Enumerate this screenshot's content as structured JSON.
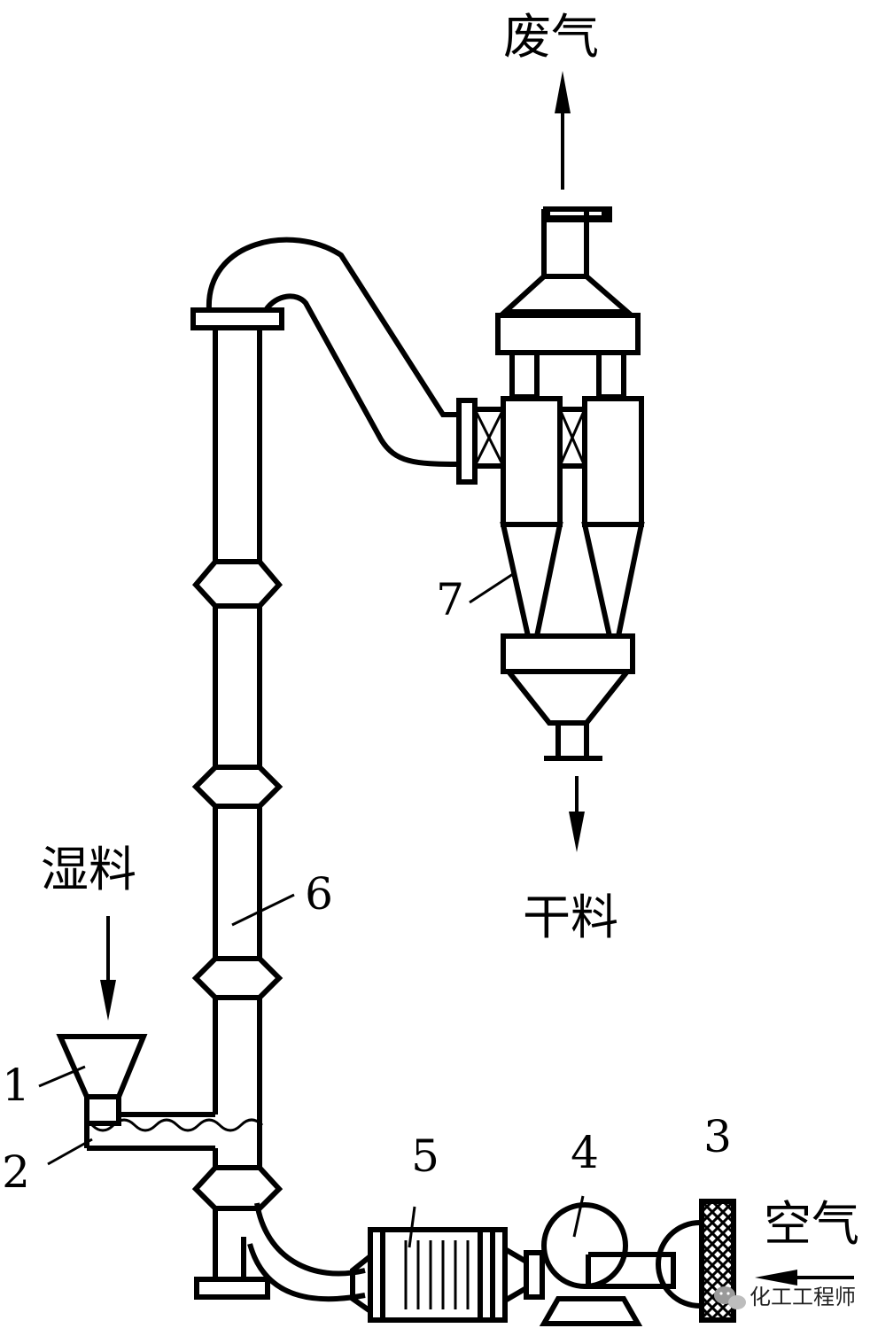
{
  "labels": {
    "exhaust_gas": "废气",
    "wet_material": "湿料",
    "dry_material": "干料",
    "air": "空气"
  },
  "parts": [
    "1",
    "2",
    "3",
    "4",
    "5",
    "6",
    "7"
  ],
  "watermark": "化工工程师"
}
